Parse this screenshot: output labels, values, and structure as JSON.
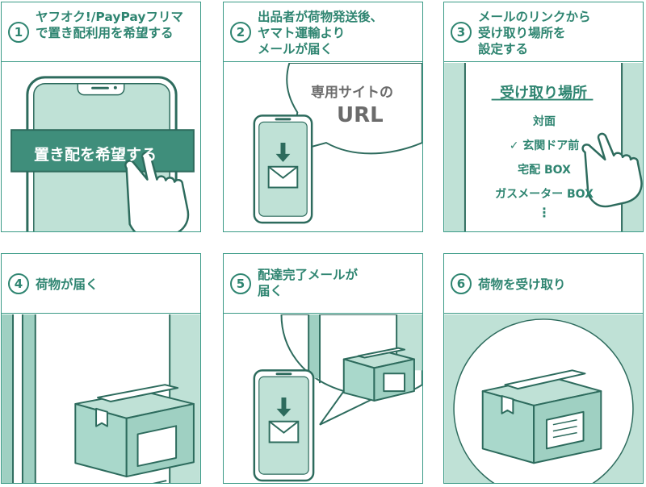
{
  "colors": {
    "accent": "#2f8571",
    "fill_light": "#bfe1d6",
    "fill_mid": "#9fd0c2",
    "outline": "#2d6b5d",
    "box_fill": "#a9d8cb"
  },
  "steps": [
    {
      "number": "1",
      "title": "ヤフオク!/PayPayフリマ\nで置き配利用を希望する",
      "button_label": "置き配を希望する"
    },
    {
      "number": "2",
      "title": "出品者が荷物発送後、\nヤマト運輸より\nメールが届く",
      "bubble_line1": "専用サイトの",
      "bubble_line2": "URL"
    },
    {
      "number": "3",
      "title": "メールのリンクから\n受け取り場所を\n設定する",
      "list_title": "受け取り場所",
      "options": [
        "対面",
        "✓ 玄関ドア前",
        "宅配 BOX",
        "ガスメーター BOX"
      ],
      "more": "⋮"
    },
    {
      "number": "4",
      "title": "荷物が届く"
    },
    {
      "number": "5",
      "title": "配達完了メールが\n届く"
    },
    {
      "number": "6",
      "title": "荷物を受け取り"
    }
  ]
}
